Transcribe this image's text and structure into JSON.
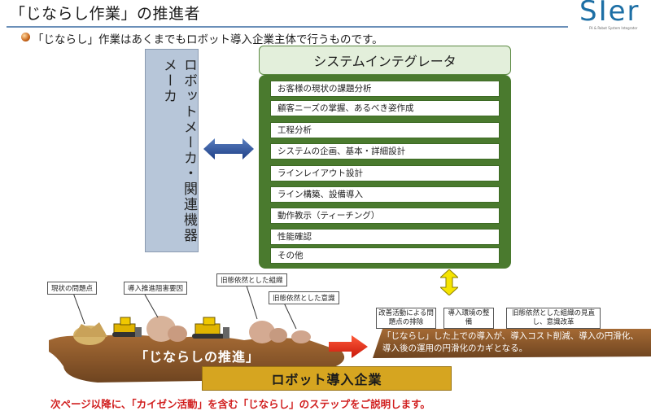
{
  "title": "「じならし作業」の推進者",
  "logo": {
    "text": "SIer",
    "sub": "FA & Robot System Integrator"
  },
  "lead": "「じならし」作業はあくまでもロボット導入企業主体で行うものです。",
  "maker": {
    "label": "ロボットメーカ・関連機器メーカ"
  },
  "si": {
    "header": "システムインテグレータ",
    "items": [
      "お客様の現状の課題分析",
      "顧客ニーズの掌握、あるべき姿作成",
      "工程分析",
      "システムの企画、基本・詳細設計",
      "ラインレイアウト設計",
      "ライン構築、設備導入",
      "動作教示（ティーチング）",
      "性能確認",
      "その他"
    ]
  },
  "callouts": {
    "genjo": "現状の問題点",
    "sogai": "導入推進阻害要因",
    "soshiki": "旧態依然とした組織",
    "ishiki": "旧態依然とした意識"
  },
  "right_boxes": {
    "kaizen": "改善活動による問題点の排除",
    "kankyo": "導入環境の整備",
    "minaoshi": "旧態依然とした組織の見直し、意識改革"
  },
  "right_note": "「じならし」した上での導入が、導入コスト削減、導入の円滑化、導入後の運用の円滑化のカギとなる。",
  "promotion_label": "「じならしの推進」",
  "robot_company": "ロボット導入企業",
  "footer": "次ページ以降に、「カイゼン活動」を含む「じならし」のステップをご説明します。",
  "colors": {
    "accent_blue": "#1d6fa5",
    "si_green": "#4a7a2e",
    "soil_brown": "#8b5a2b",
    "robot_gold": "#d6a520",
    "footer_red": "#d11f1f"
  }
}
